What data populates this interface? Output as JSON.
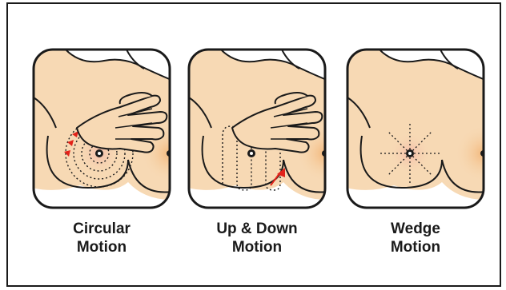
{
  "panels": [
    {
      "name": "circular",
      "icon": "circular-motion-illustration",
      "caption_line1": "Circular",
      "caption_line2": "Motion"
    },
    {
      "name": "up-down",
      "icon": "up-down-motion-illustration",
      "caption_line1": "Up & Down",
      "caption_line2": "Motion"
    },
    {
      "name": "wedge",
      "icon": "wedge-motion-illustration",
      "caption_line1": "Wedge",
      "caption_line2": "Motion"
    }
  ],
  "colors": {
    "skin": "#f7d9b4",
    "outline": "#1a1a1a",
    "glow": "#f3b77a",
    "arrow": "#e2231a",
    "text": "#1a1a1a"
  }
}
